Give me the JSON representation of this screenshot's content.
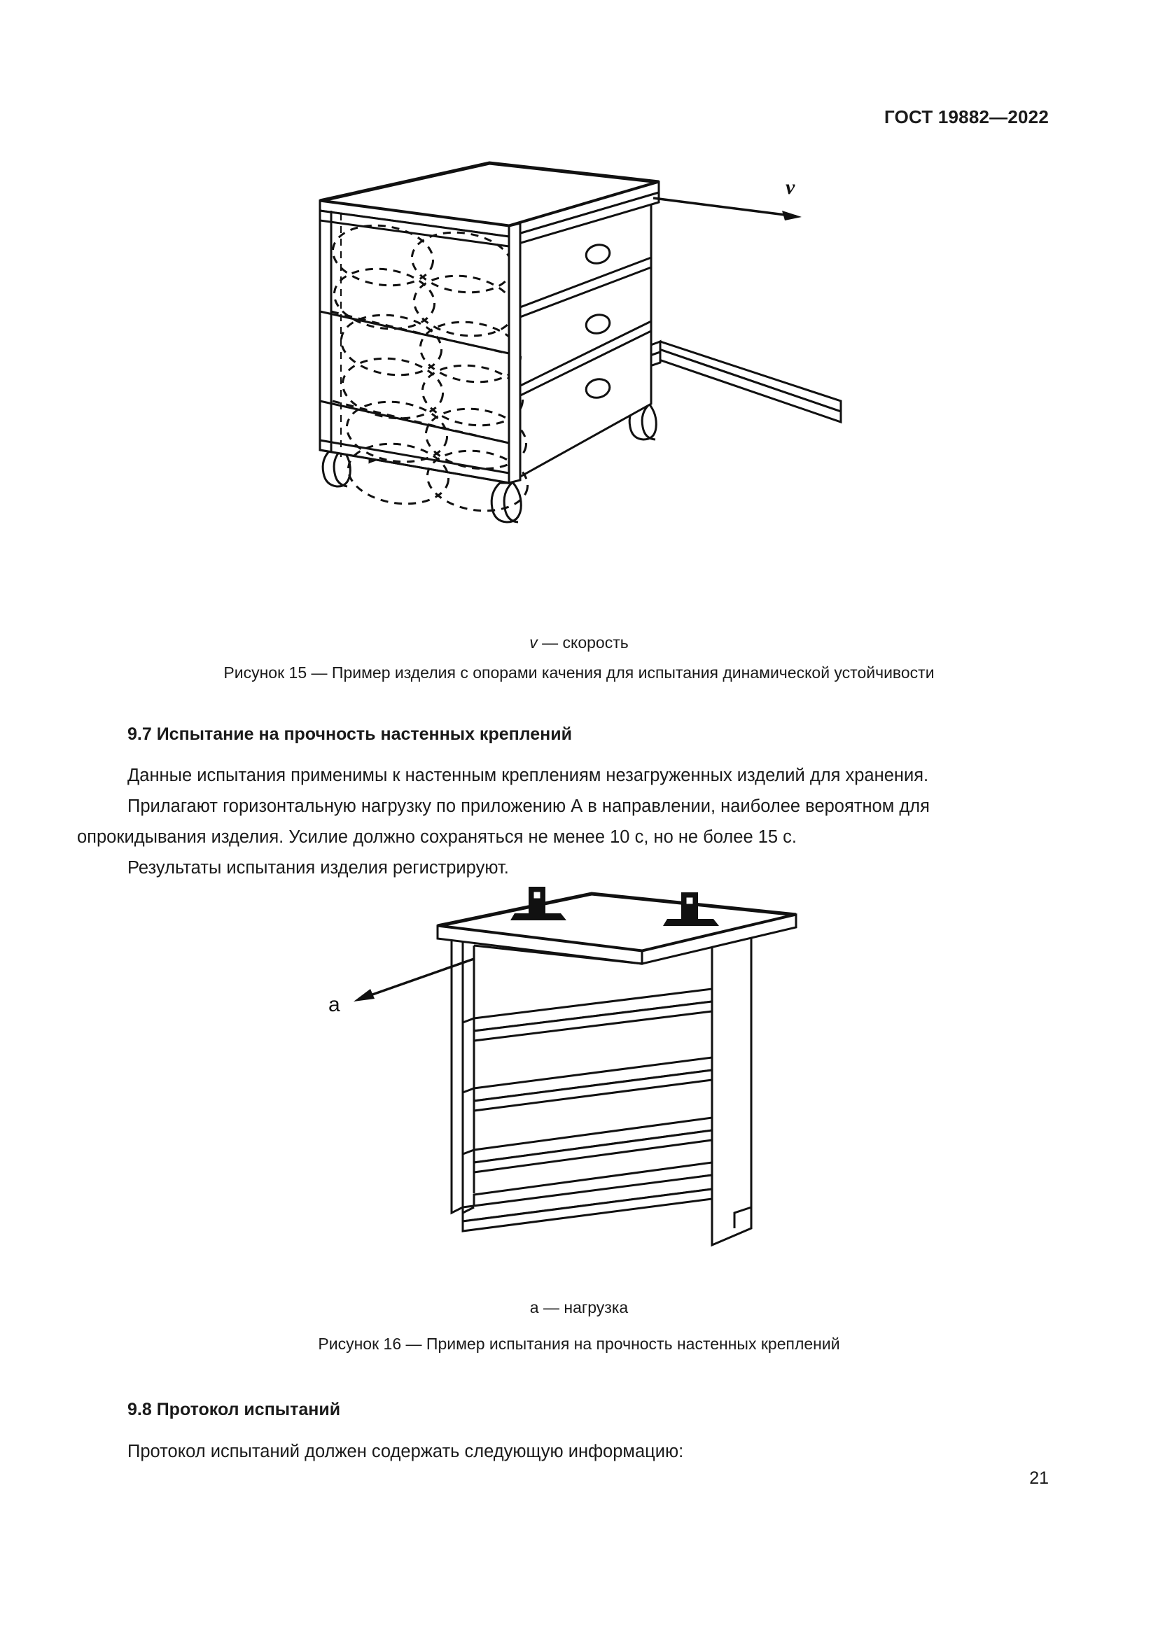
{
  "header": {
    "standard_label": "ГОСТ 19882—2022"
  },
  "figures": [
    {
      "id": "figure-15",
      "symbol_label": "v",
      "key_dash": "—",
      "key_text": "скорость",
      "caption": "Рисунок 15 — Пример изделия с опорами качения для испытания динамической устойчивости",
      "drawing_name": "cabinet-on-casters-diagram",
      "annotation_symbol": "v"
    },
    {
      "id": "figure-16",
      "symbol_label": "a",
      "key_dash": "—",
      "key_text": "нагрузка",
      "caption": "Рисунок 16 — Пример испытания на прочность настенных креплений",
      "drawing_name": "wall-mounted-shelf-diagram",
      "annotation_symbol": "a"
    }
  ],
  "sections": [
    {
      "id": "section-9-7",
      "heading": "9.7  Испытание на прочность настенных креплений",
      "lines": [
        "Данные испытания применимы к настенным креплениям незагруженных изделий для хранения.",
        "Прилагают горизонтальную нагрузку по приложению А в направлении, наиболее вероятном для",
        "опрокидывания изделия. Усилие должно сохраняться не менее 10 с, но не более 15 с.",
        "Результаты испытания изделия регистрируют."
      ]
    },
    {
      "id": "section-9-8",
      "heading": "9.8  Протокол испытаний",
      "lines": [
        "Протокол испытаний должен содержать следующую информацию:"
      ]
    }
  ],
  "footer": {
    "page_number": "21"
  }
}
